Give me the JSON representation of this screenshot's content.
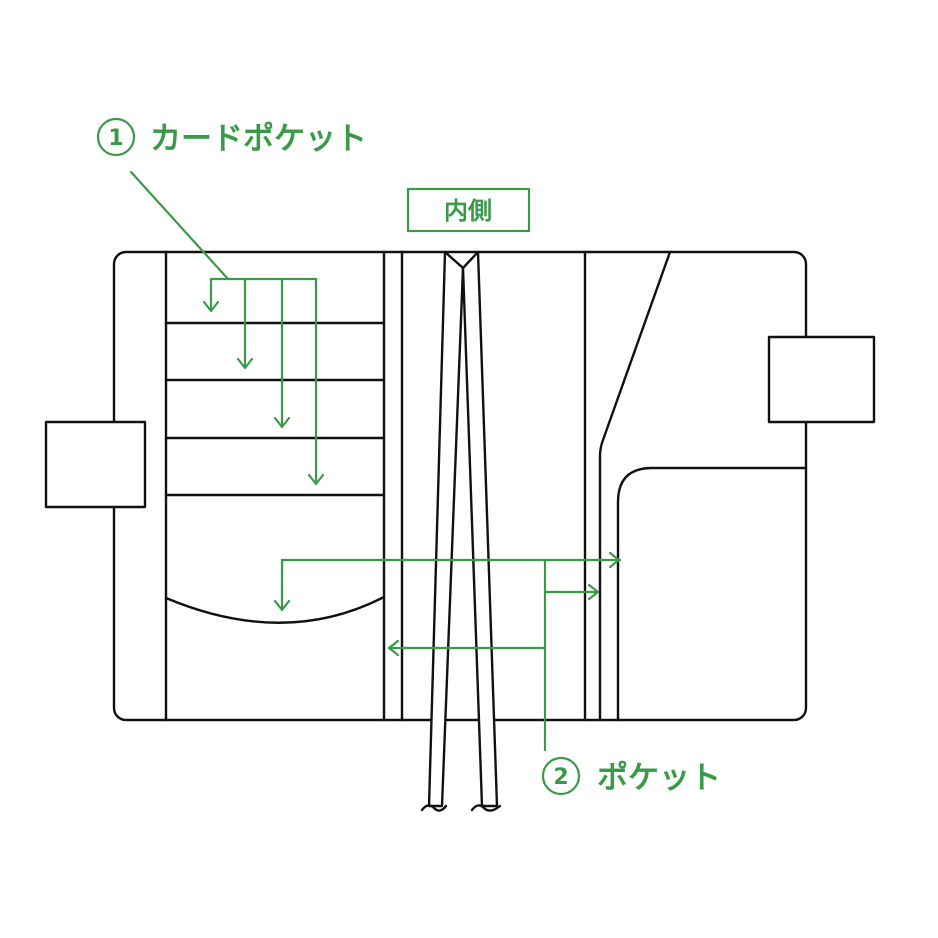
{
  "labels": {
    "card_pocket": {
      "number": "1",
      "text": "カードポケット"
    },
    "pocket": {
      "number": "2",
      "text": "ポケット"
    },
    "inside": "内側"
  },
  "colors": {
    "accent": "#3a9a48",
    "line": "#111111",
    "background": "#ffffff"
  }
}
